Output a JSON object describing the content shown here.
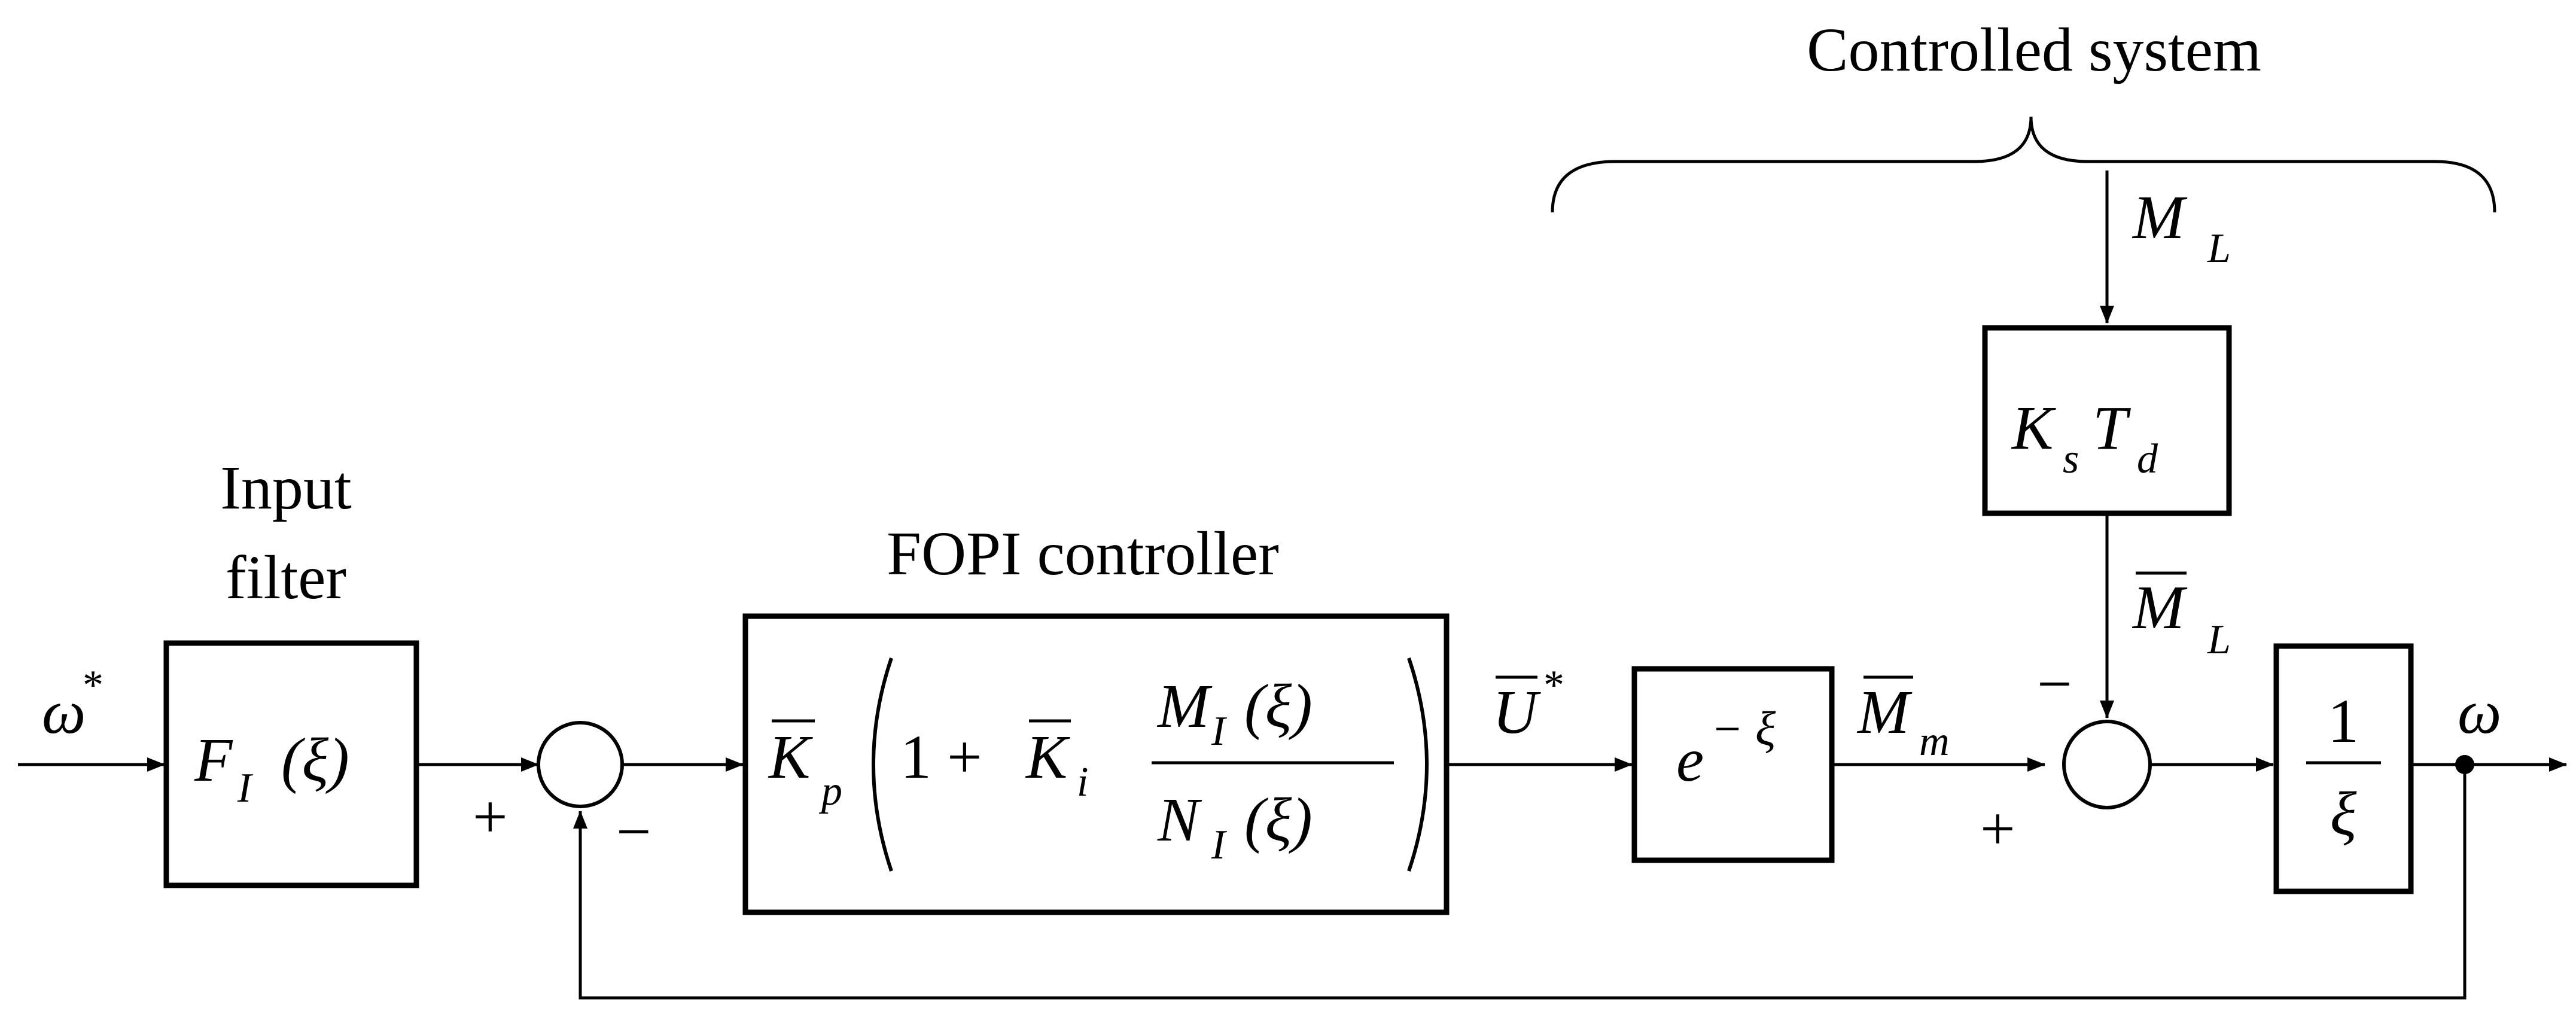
{
  "title": "Controlled system",
  "blocks": {
    "input_filter": {
      "label_line1": "Input",
      "label_line2": "filter",
      "symbol": "F",
      "sub": "I",
      "arg": "(ξ)"
    },
    "fopi": {
      "label": "FOPI controller",
      "kp_symbol": "K",
      "kp_sub": "p",
      "one_plus": "1 +",
      "ki_symbol": "K",
      "ki_sub": "i",
      "num_symbol": "M",
      "num_sub": "I",
      "num_arg": "(ξ)",
      "den_symbol": "N",
      "den_sub": "I",
      "den_arg": "(ξ)"
    },
    "delay": {
      "base": "e",
      "exponent": "− ξ"
    },
    "disturbance_gain": {
      "k": "K",
      "k_sub": "s",
      "t": "T",
      "t_sub": "d"
    },
    "integrator": {
      "numerator": "1",
      "denominator": "ξ"
    }
  },
  "signals": {
    "omega_ref": {
      "symbol": "ω",
      "sup": "*"
    },
    "u_ref": {
      "symbol": "U",
      "sup": "*"
    },
    "m_m": {
      "symbol": "M",
      "sub": "m"
    },
    "m_load": {
      "symbol": "M",
      "sub": "L"
    },
    "m_load_bar": {
      "symbol": "M",
      "sub": "L"
    },
    "omega_out": {
      "symbol": "ω"
    }
  },
  "signs": {
    "sum1_plus": "+",
    "sum1_minus": "−",
    "sum2_plus": "+",
    "sum2_minus": "−"
  }
}
